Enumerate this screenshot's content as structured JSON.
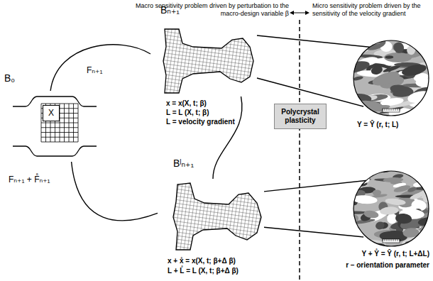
{
  "diagram": {
    "nodes": [
      {
        "text": [
          "B₀"
        ]
      },
      {
        "text": [
          "X"
        ],
        "in": 0
      },
      {
        "text": [
          "Bₙ₊₁"
        ]
      },
      {
        "text": [
          "Bˡₙ₊₁"
        ]
      },
      {
        "text": [
          "Polycrystal plasticity"
        ]
      },
      {
        "text": [
          "Y = Ŷ (r, t; L)"
        ]
      },
      {
        "text": [
          "Y + Y̊ = Ŷ (r, t; L+ΔL)"
        ]
      }
    ],
    "edges": [
      {
        "from": 0,
        "to": 2,
        "arrow": "none",
        "label": "Fₙ₊₁"
      },
      {
        "from": 0,
        "to": 3,
        "arrow": "none",
        "label": "Fₙ₊₁ + F̊ₙ₊₁"
      },
      {
        "from": 2,
        "to": 3,
        "arrow": "none"
      },
      {
        "from": 2,
        "to": 5,
        "arrow": "none"
      },
      {
        "from": 3,
        "to": 6,
        "arrow": "none"
      }
    ],
    "labels": [
      "Macro sensitivity problem driven by perturbation to the macro-design variable β",
      "Micro sensitivity problem driven by the sensitivity of the velocity gradient",
      "x = x(X, t; β)",
      "L = L (X, t; β)",
      "L = velocity gradient",
      "x + x̊ = x(X, t; β+Δ β)",
      "L + L̊ = L (X, t; β+Δ β)",
      "r – orientation parameter"
    ]
  }
}
